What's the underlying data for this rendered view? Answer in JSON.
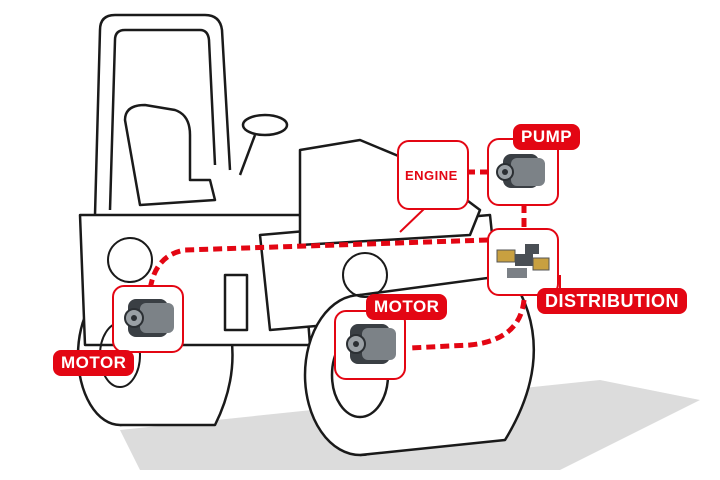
{
  "labels": {
    "pump": "PUMP",
    "engine": "ENGINE",
    "distribution": "DISTRIBUTION",
    "motor_front": "MOTOR",
    "motor_rear": "MOTOR"
  },
  "icons": [
    "road-roller",
    "gear-pump",
    "valve-distributor",
    "hydraulic-motor"
  ],
  "colors": {
    "accent": "#e30613",
    "line": "#1a1a1a",
    "shadow": "#d9d9d9"
  }
}
